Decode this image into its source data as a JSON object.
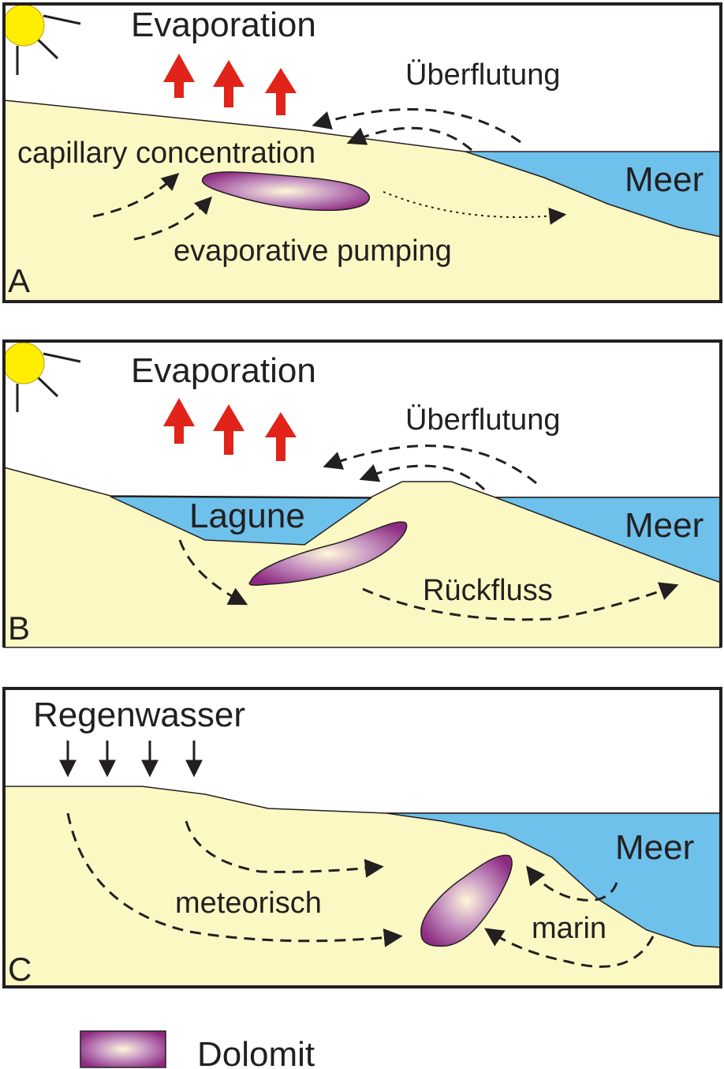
{
  "colors": {
    "sediment": "#fcf8c4",
    "sea": "#6ec1ea",
    "sun": "#ffee00",
    "arrow_red": "#e2231a",
    "frame": "#231f20",
    "dolomite_center": "#fff8d8",
    "dolomite_edge": "#8d2a82"
  },
  "panel_a": {
    "letter": "A",
    "evaporation": "Evaporation",
    "flooding": "Überflutung",
    "sea": "Meer",
    "capillary": "capillary concentration",
    "pumping": "evaporative pumping"
  },
  "panel_b": {
    "letter": "B",
    "evaporation": "Evaporation",
    "flooding": "Überflutung",
    "lagoon": "Lagune",
    "sea": "Meer",
    "reflux": "Rückfluss"
  },
  "panel_c": {
    "letter": "C",
    "rain": "Regenwasser",
    "sea": "Meer",
    "meteoric": "meteorisch",
    "marine": "marin"
  },
  "legend": {
    "dolomite": "Dolomit"
  }
}
